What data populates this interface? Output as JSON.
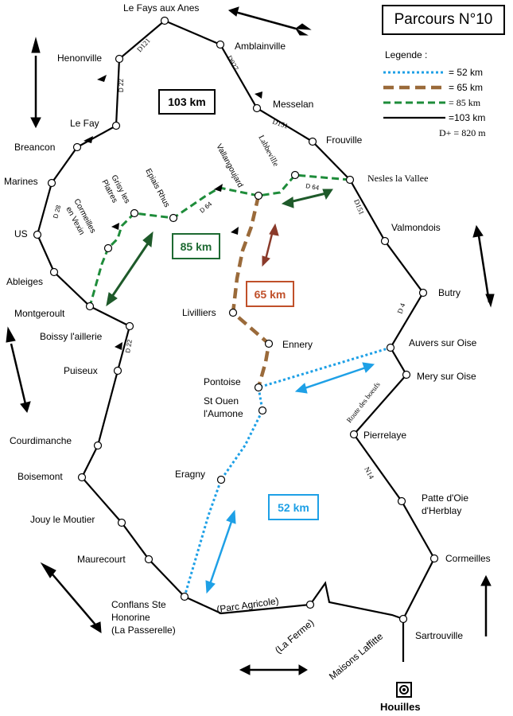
{
  "title": "Parcours N°10",
  "legend": {
    "title": "Legende :",
    "items": [
      {
        "label": "= 52 km",
        "color": "#1ea0e6",
        "style": "dotted"
      },
      {
        "label": "= 65 km",
        "color": "#9a6a3a",
        "style": "dashed-thick"
      },
      {
        "label": "= 85 km",
        "color": "#1e8c3a",
        "style": "dashed"
      },
      {
        "label": "=103 km",
        "color": "#000000",
        "style": "solid"
      }
    ],
    "elevation": "D+ = 820 m"
  },
  "distance_labels": {
    "d103": "103 km",
    "d85": "85 km",
    "d65": "65 km",
    "d52": "52 km"
  },
  "towns": {
    "le_fays_aux_anes": "Le Fays aux Anes",
    "amblainville": "Amblainville",
    "henonville": "Henonville",
    "messelan": "Messelan",
    "le_fay": "Le Fay",
    "breancon": "Breancon",
    "frouville": "Frouville",
    "marines": "Marines",
    "nesles_la_vallee": "Nesles la  Vallee",
    "labbeville": "Labbeville",
    "vallangoujard": "Vallangoujard",
    "grisy_line1": "Grisy les",
    "grisy_line2": "Platres",
    "epiais_rhus": "Epiais Rhus",
    "cormeilles_vexin_line1": "Cormeilles",
    "cormeilles_vexin_line2": "en Vexin",
    "us": "US",
    "valmondois": "Valmondois",
    "ableiges": "Ableiges",
    "butry": "Butry",
    "montgeroult": "Montgeroult",
    "livilliers": "Livilliers",
    "boissy": "Boissy l'aillerie",
    "ennery": "Ennery",
    "auvers_sur_oise": "Auvers sur Oise",
    "puiseux": "Puiseux",
    "pontoise": "Pontoise",
    "mery_sur_oise": "Mery sur Oise",
    "st_ouen_line1": "St Ouen",
    "st_ouen_line2": "l'Aumone",
    "pierrelaye": "Pierrelaye",
    "courdimanche": "Courdimanche",
    "boisemont": "Boisemont",
    "eragny": "Eragny",
    "patte_line1": "Patte d'Oie",
    "patte_line2": "d'Herblay",
    "jouy_le_moutier": "Jouy le Moutier",
    "maurecourt": "Maurecourt",
    "cormeilles": "Cormeilles",
    "conflans_line1": "Conflans Ste",
    "conflans_line2": "Honorine",
    "conflans_line3": "(La Passerelle)",
    "parc_agricole": "(Parc Agricole)",
    "la_ferme": "(La Ferme)",
    "maisons_laffitte": "Maisons Laffitte",
    "sartrouville": "Sartrouville",
    "houilles": "Houilles"
  },
  "roads": {
    "d121": "D121",
    "d927": "D927",
    "d22_top": "D 22",
    "d151_top": "D151",
    "d64_east": "D 64",
    "d64_west": "D 64",
    "d28": "D 28",
    "d151_east": "D151",
    "d4": "D 4",
    "d22_bottom": "D 22",
    "route_des_boeufs": "Route des boeufs",
    "n14": "N14"
  }
}
